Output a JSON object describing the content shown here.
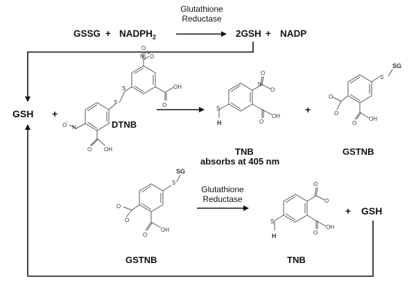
{
  "top_reaction": {
    "reactant_a": "GSSG",
    "plus_1": "+",
    "reactant_b": "NADPH",
    "reactant_b_sub": "2",
    "enzyme_line1": "Glutathione",
    "enzyme_line2": "Reductase",
    "product_a": "2GSH",
    "plus_2": "+",
    "product_b": "NADP"
  },
  "middle_reaction": {
    "gsh": "GSH",
    "plus_1": "+",
    "dtnb_label": "DTNB",
    "tnb_label": "TNB",
    "tnb_note": "absorbs at 405 nm",
    "plus_2": "+",
    "gstnb_label": "GSTNB"
  },
  "bottom_reaction": {
    "enzyme_line1": "Glutathione",
    "enzyme_line2": "Reductase",
    "gstnb_label": "GSTNB",
    "tnb_label": "TNB",
    "plus": "+",
    "gsh": "GSH"
  },
  "atoms": {
    "sg": "SG",
    "s": "S",
    "h": "H",
    "o": "O",
    "o_minus": "O",
    "n": "N",
    "oh": "OH",
    "n_plus": "+",
    "minus": "-"
  }
}
